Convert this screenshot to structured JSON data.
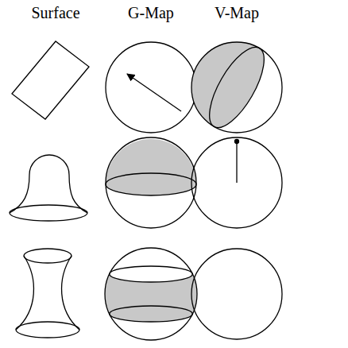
{
  "diagram": {
    "labels": [
      "Surface",
      "G-Map",
      "V-Map"
    ]
  }
}
